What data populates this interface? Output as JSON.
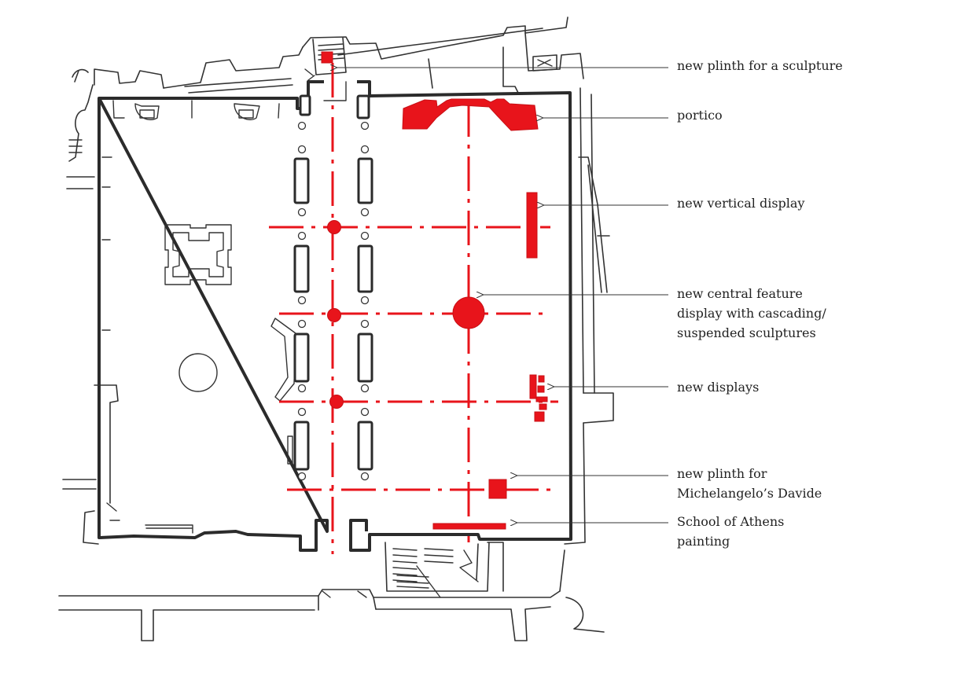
{
  "labels": {
    "plinth_sculpture": "new plinth for a sculpture",
    "portico": "portico",
    "vertical_display": "new vertical display",
    "central_feature": "new central feature\ndisplay with cascading/\nsuspended sculptures",
    "new_displays": "new displays",
    "plinth_davide": "new plinth for\nMichelangelo’s Davide",
    "school_of_athens": "School of Athens\npainting"
  },
  "colors": {
    "accent": "#e8141b",
    "ink": "#2b2b2b"
  }
}
